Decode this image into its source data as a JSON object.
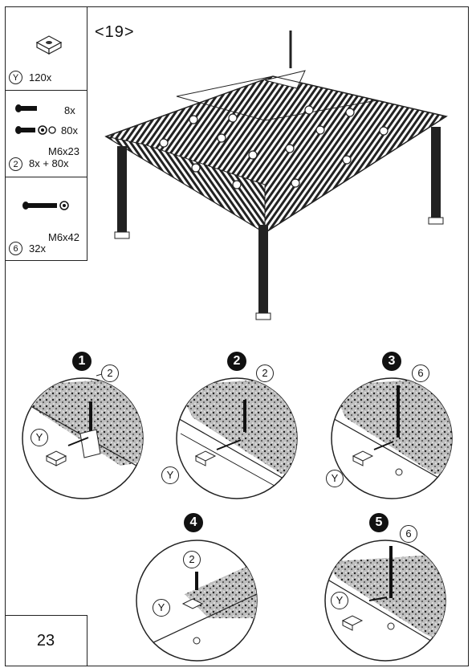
{
  "page": {
    "number": "23",
    "step_ref": "<19>"
  },
  "parts": {
    "y": {
      "label": "Y",
      "qty": "120x"
    },
    "bolt_short": {
      "qty_bolt": "8x",
      "qty_nut": "80x",
      "id": "2",
      "size": "M6x23",
      "qty": "8x + 80x"
    },
    "bolt_long": {
      "id": "6",
      "size": "M6x42",
      "qty": "32x"
    }
  },
  "steps": [
    {
      "num": "1",
      "part": "2",
      "y": "Y"
    },
    {
      "num": "2",
      "part": "2",
      "y": "Y"
    },
    {
      "num": "3",
      "part": "6",
      "y": "Y"
    },
    {
      "num": "4",
      "part": "2",
      "y": "Y"
    },
    {
      "num": "5",
      "part": "6",
      "y": "Y"
    }
  ]
}
